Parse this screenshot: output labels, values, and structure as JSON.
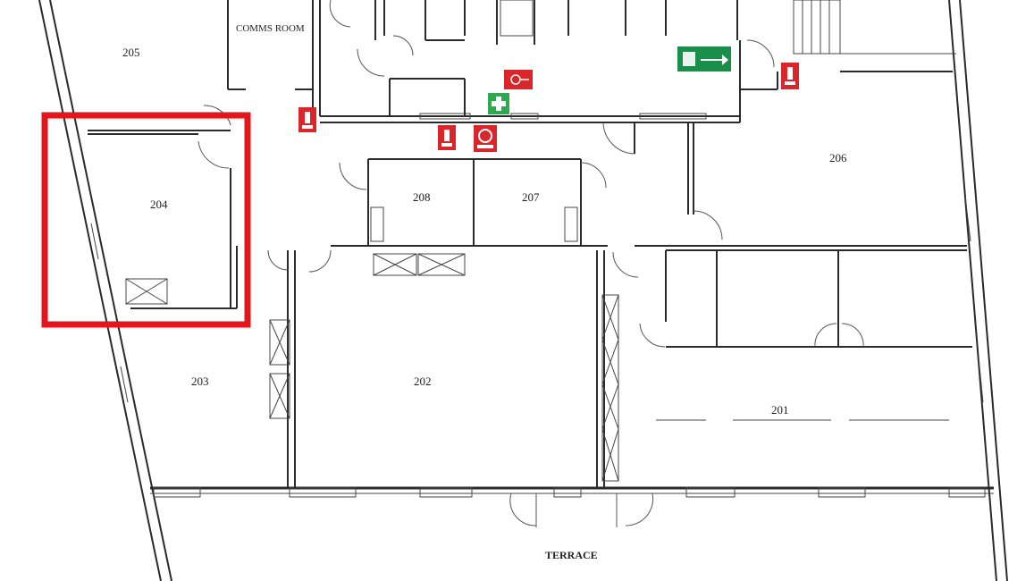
{
  "floor_plan": {
    "rooms": {
      "r205": "205",
      "comms": "COMMS ROOM",
      "r204": "204",
      "r206": "206",
      "r208": "208",
      "r207": "207",
      "r203": "203",
      "r202": "202",
      "r201": "201",
      "terrace": "TERRACE"
    },
    "highlight_color": "#e3161b",
    "signage": {
      "exit_sign_color": "#1a8f4c",
      "fire_equipment_color": "#d9262b",
      "first_aid_color": "#2fa84f"
    },
    "icons": [
      "fire-extinguisher-icon",
      "first-aid-icon",
      "emergency-exit-sign-icon",
      "fire-hose-icon",
      "assembly-point-icon"
    ]
  }
}
